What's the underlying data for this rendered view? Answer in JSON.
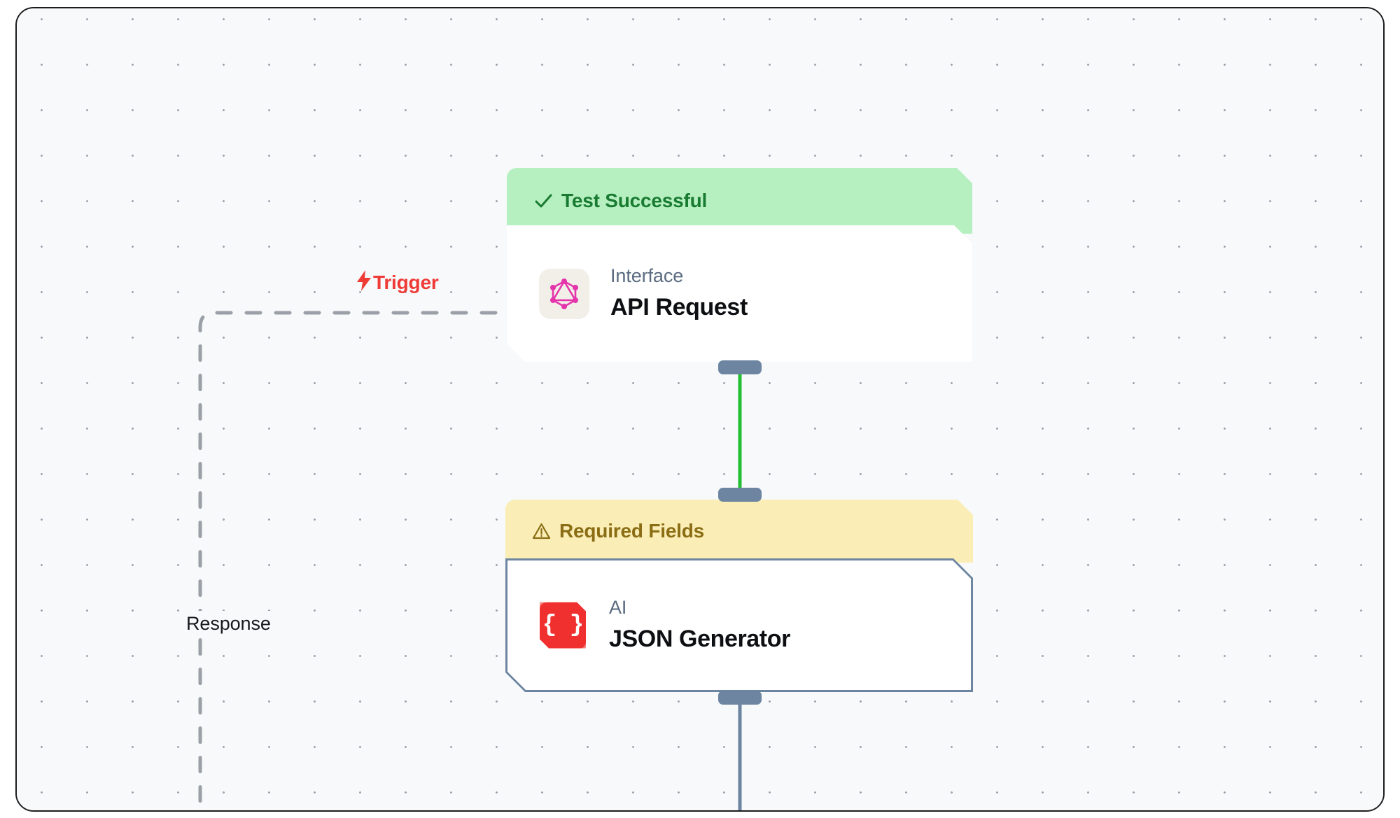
{
  "canvas": {
    "background_color": "#f7f9fb",
    "grid": "dot-grid",
    "frame_color": "#1c1c1c"
  },
  "edge_labels": {
    "trigger": {
      "text": "Trigger",
      "icon": "lightning-bolt-icon",
      "glyph": "⚡",
      "color": "#ef3b36"
    },
    "response": {
      "text": "Response",
      "color": "#16181c"
    }
  },
  "edges": {
    "trigger_edge": {
      "style": "dashed",
      "color": "#9aa0a6"
    },
    "success_edge": {
      "style": "solid",
      "color": "#22c032"
    },
    "output_edge": {
      "style": "solid",
      "color": "#6d85a0"
    }
  },
  "nodes": [
    {
      "id": "api-request",
      "banner": {
        "label": "Test Successful",
        "icon": "check-icon",
        "glyph": "✓",
        "background_color": "#b7f0c0",
        "text_color": "#197b31",
        "status": "success"
      },
      "kind": "Interface",
      "title": "API Request",
      "icon": "graphql-icon",
      "icon_color": "#e535ab",
      "icon_background": "#f2efe9"
    },
    {
      "id": "json-generator",
      "banner": {
        "label": "Required Fields",
        "icon": "warning-triangle-icon",
        "glyph": "⚠",
        "background_color": "#faeeb6",
        "text_color": "#8a6d14",
        "status": "warning"
      },
      "kind": "AI",
      "title": "JSON Generator",
      "icon": "json-braces-icon",
      "icon_glyph": "{ }",
      "icon_color": "#f0302e",
      "icon_text_color": "#ffffff",
      "selected": true,
      "border_color": "#6d85a0"
    }
  ]
}
